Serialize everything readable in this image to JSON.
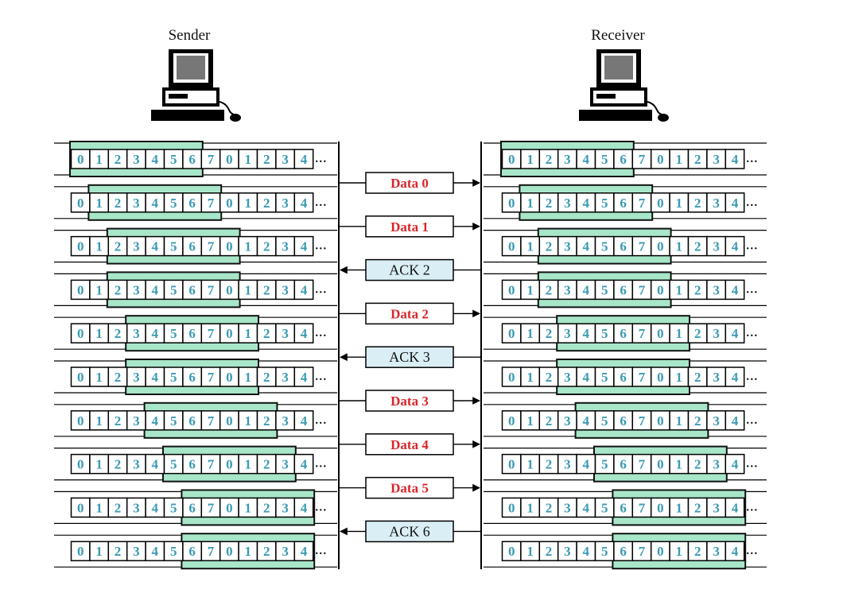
{
  "sender": {
    "label": "Sender"
  },
  "receiver": {
    "label": "Receiver"
  },
  "sequence_numbers": [
    "0",
    "1",
    "2",
    "3",
    "4",
    "5",
    "6",
    "7",
    "0",
    "1",
    "2",
    "3",
    "4"
  ],
  "continuation": "…",
  "colors": {
    "window_fill": "#a8e6c9",
    "window_border": "#111111",
    "cell_text": "#3a9ab5",
    "data_text": "#d8262c",
    "ack_fill": "#d9eef5",
    "data_fill": "#ffffff"
  },
  "window_size": 7,
  "sender_window_starts": [
    0,
    1,
    2,
    2,
    3,
    3,
    4,
    5,
    6,
    6
  ],
  "receiver_window_starts": [
    0,
    1,
    2,
    2,
    3,
    3,
    4,
    5,
    6,
    6
  ],
  "messages": [
    {
      "label": "Data 0",
      "kind": "data",
      "direction": "right"
    },
    {
      "label": "Data 1",
      "kind": "data",
      "direction": "right"
    },
    {
      "label": "ACK 2",
      "kind": "ack",
      "direction": "left"
    },
    {
      "label": "Data 2",
      "kind": "data",
      "direction": "right"
    },
    {
      "label": "ACK 3",
      "kind": "ack",
      "direction": "left"
    },
    {
      "label": "Data 3",
      "kind": "data",
      "direction": "right"
    },
    {
      "label": "Data 4",
      "kind": "data",
      "direction": "right"
    },
    {
      "label": "Data 5",
      "kind": "data",
      "direction": "right"
    },
    {
      "label": "ACK 6",
      "kind": "ack",
      "direction": "left"
    }
  ]
}
